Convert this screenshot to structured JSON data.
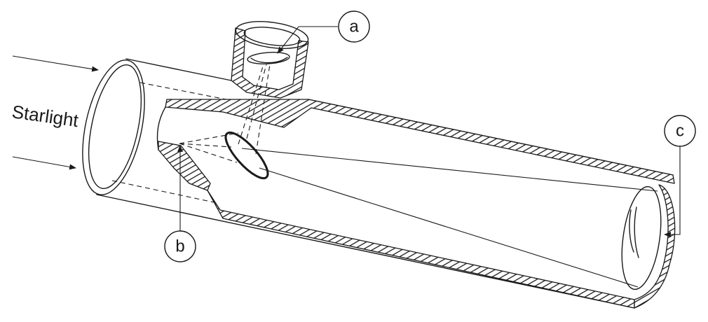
{
  "labels": {
    "starlight": "Starlight",
    "a": "a",
    "b": "b",
    "c": "c"
  },
  "colors": {
    "ink": "#1a1a1a",
    "background": "#ffffff"
  }
}
